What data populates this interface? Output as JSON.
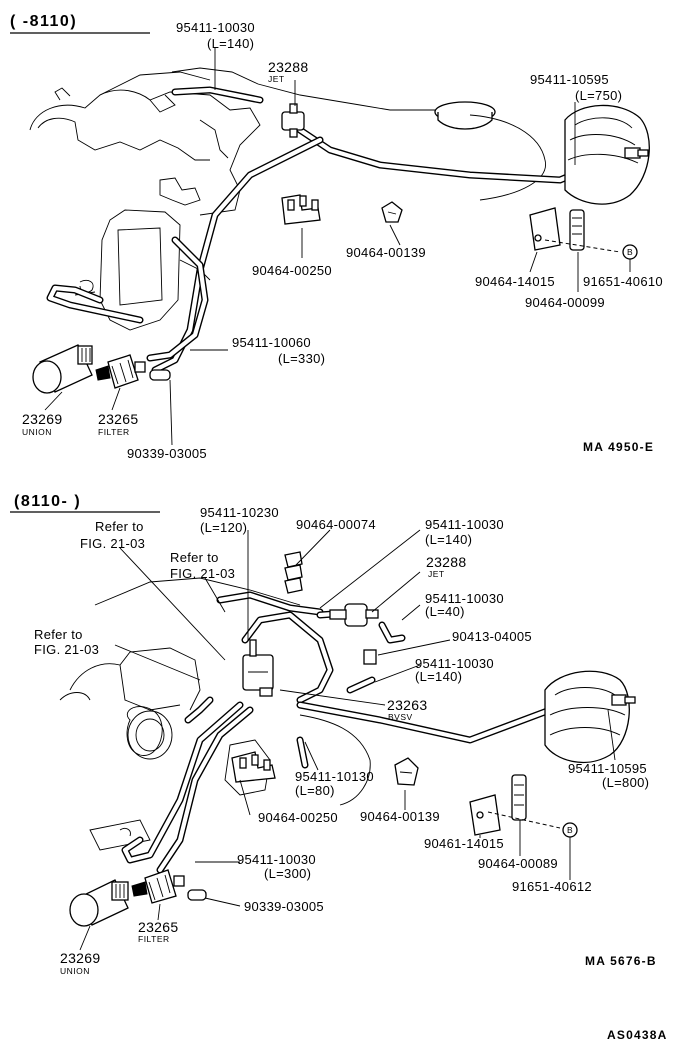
{
  "top_section": {
    "header": "(      -8110)",
    "labels": {
      "p95411_10030": "95411-10030",
      "p95411_10030_len": "(L=140)",
      "p23288": "23288",
      "p23288_cap": "JET",
      "p95411_10595": "95411-10595",
      "p95411_10595_len": "(L=750)",
      "p90464_00250": "90464-00250",
      "p90464_00139": "90464-00139",
      "p90464_14015": "90464-14015",
      "p91651_40610": "91651-40610",
      "p90464_00099": "90464-00099",
      "p95411_10060": "95411-10060",
      "p95411_10060_len": "(L=330)",
      "p23269": "23269",
      "p23269_cap": "UNION",
      "p23265": "23265",
      "p23265_cap": "FILTER",
      "p90339_03005": "90339-03005",
      "callout_b": "B",
      "fig_code": "MA  4950-E"
    }
  },
  "bottom_section": {
    "header": "(8110-       )",
    "labels": {
      "p95411_10230": "95411-10230",
      "p95411_10230_len": "(L=120)",
      "p90464_00074": "90464-00074",
      "p95411_10030_a": "95411-10030",
      "p95411_10030_a_len": "(L=140)",
      "refer1_a": "Refer to",
      "refer1_b": "FIG. 21-03",
      "refer2_a": "Refer to",
      "refer2_b": "FIG. 21-03",
      "refer3_a": "Refer to",
      "refer3_b": "FIG. 21-03",
      "p23288": "23288",
      "p23288_cap": "JET",
      "p95411_10030_b": "95411-10030",
      "p95411_10030_b_len": "(L=40)",
      "p90413_04005": "90413-04005",
      "p95411_10030_c": "95411-10030",
      "p95411_10030_c_len": "(L=140)",
      "p23263": "23263",
      "p23263_cap": "BVSV",
      "p95411_10130": "95411-10130",
      "p95411_10130_len": "(L=80)",
      "p90464_00139": "90464-00139",
      "p95411_10595": "95411-10595",
      "p95411_10595_len": "(L=800)",
      "p90464_00250": "90464-00250",
      "p90461_14015": "90461-14015",
      "p90464_00089": "90464-00089",
      "p95411_10030_d": "95411-10030",
      "p95411_10030_d_len": "(L=300)",
      "p90339_03005": "90339-03005",
      "p91651_40612": "91651-40612",
      "p23265": "23265",
      "p23265_cap": "FILTER",
      "p23269": "23269",
      "p23269_cap": "UNION",
      "callout_b": "B",
      "fig_code": "MA  5676-B"
    }
  },
  "page_code": "AS0438A"
}
